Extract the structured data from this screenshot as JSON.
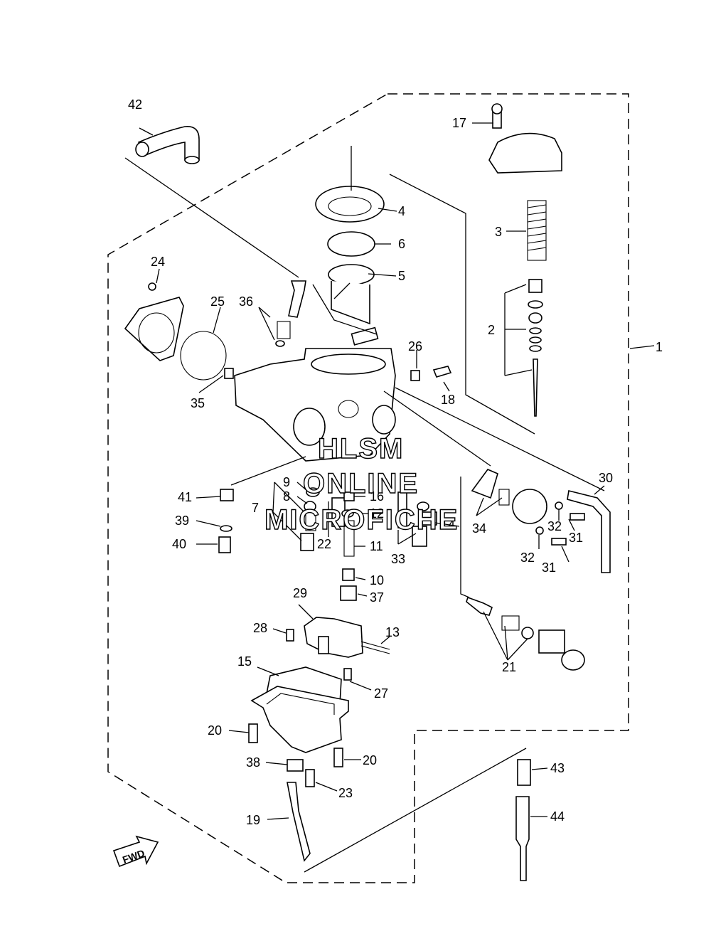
{
  "labels": {
    "p1": "1",
    "p2": "2",
    "p3": "3",
    "p4": "4",
    "p5": "5",
    "p6": "6",
    "p7": "7",
    "p8": "8",
    "p9": "9",
    "p10": "10",
    "p11": "11",
    "p12": "12",
    "p13": "13",
    "p14": "14",
    "p15": "15",
    "p16": "16",
    "p17": "17",
    "p18": "18",
    "p19": "19",
    "p20a": "20",
    "p20b": "20",
    "p21": "21",
    "p22": "22",
    "p23": "23",
    "p24": "24",
    "p25": "25",
    "p26": "26",
    "p27": "27",
    "p28": "28",
    "p29": "29",
    "p30": "30",
    "p31a": "31",
    "p31b": "31",
    "p32a": "32",
    "p32b": "32",
    "p33": "33",
    "p34": "34",
    "p35": "35",
    "p36": "36",
    "p37": "37",
    "p38": "38",
    "p39": "39",
    "p40": "40",
    "p41": "41",
    "p42": "42",
    "p43": "43",
    "p44": "44"
  },
  "watermark": {
    "line1": "HLSM",
    "line2": "ONLINE",
    "line3": "MICROFICHE"
  },
  "fwd_arrow": "FWD",
  "colors": {
    "ink": "#000000",
    "paper": "#ffffff"
  }
}
